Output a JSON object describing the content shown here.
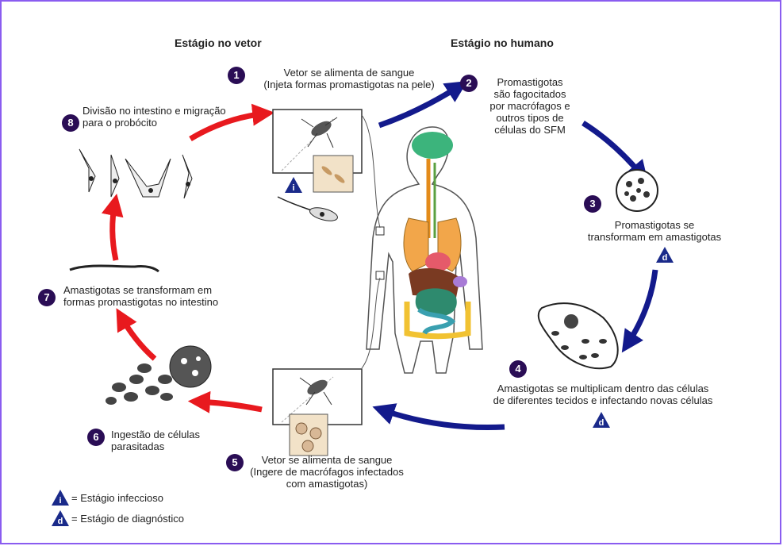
{
  "headers": {
    "vector": "Estágio no vetor",
    "human": "Estágio no humano"
  },
  "steps": [
    {
      "n": "1",
      "lines": [
        "Vetor se alimenta de sangue",
        "(Injeta formas promastigotas na pele)"
      ]
    },
    {
      "n": "2",
      "lines": [
        "Promastigotas",
        "são fagocitados",
        "por macrófagos e",
        "outros tipos de",
        "células do SFM"
      ]
    },
    {
      "n": "3",
      "lines": [
        "Promastigotas se",
        "transformam em amastigotas"
      ]
    },
    {
      "n": "4",
      "lines": [
        "Amastigotas se multiplicam dentro das células",
        "de diferentes tecidos e infectando novas células"
      ]
    },
    {
      "n": "5",
      "lines": [
        "Vetor se alimenta de sangue",
        "(Ingere de macrófagos infectados",
        "com amastigotas)"
      ]
    },
    {
      "n": "6",
      "lines": [
        "Ingestão de células",
        "parasitadas"
      ]
    },
    {
      "n": "7",
      "lines": [
        "Amastigotas se transformam em",
        "formas promastigotas no intestino"
      ]
    },
    {
      "n": "8",
      "lines": [
        "Divisão no intestino e migração",
        "para o probócito"
      ]
    }
  ],
  "markers": {
    "infective": "i",
    "diagnostic": "d"
  },
  "legend": [
    {
      "symbol": "i",
      "text": "= Estágio infeccioso"
    },
    {
      "symbol": "d",
      "text": "= Estágio de diagnóstico"
    }
  ],
  "colors": {
    "frame": "#8a5cf0",
    "badge": "#2a0d55",
    "red_arrow": "#e8191e",
    "blue_arrow": "#131a8c",
    "marker": "#1a2a8a"
  }
}
